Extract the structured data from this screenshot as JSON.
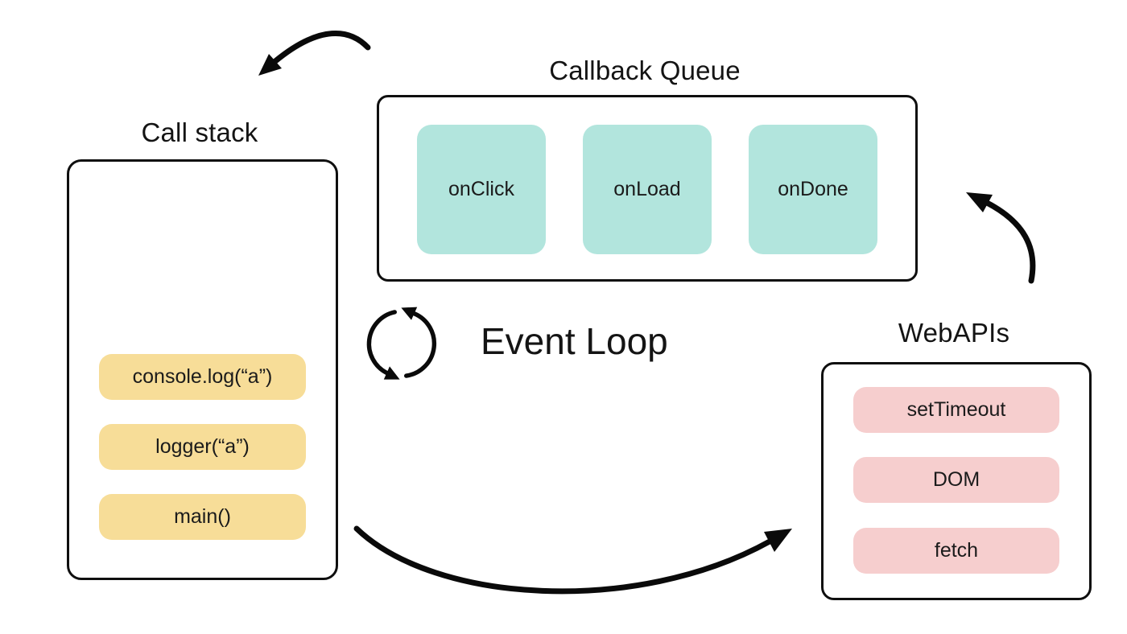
{
  "diagram": {
    "call_stack": {
      "title": "Call stack",
      "items": [
        "console.log(“a”)",
        "logger(“a”)",
        "main()"
      ]
    },
    "callback_queue": {
      "title": "Callback Queue",
      "items": [
        "onClick",
        "onLoad",
        "onDone"
      ]
    },
    "web_apis": {
      "title": "WebAPIs",
      "items": [
        "setTimeout",
        "DOM",
        "fetch"
      ]
    },
    "event_loop": {
      "label": "Event Loop"
    },
    "colors": {
      "call_stack_item": "#f7dd98",
      "callback_queue_item": "#b2e5dd",
      "web_api_item": "#f6cece",
      "outline": "#0f0f0f",
      "arrow": "#0a0a0a",
      "background": "#ffffff"
    }
  }
}
